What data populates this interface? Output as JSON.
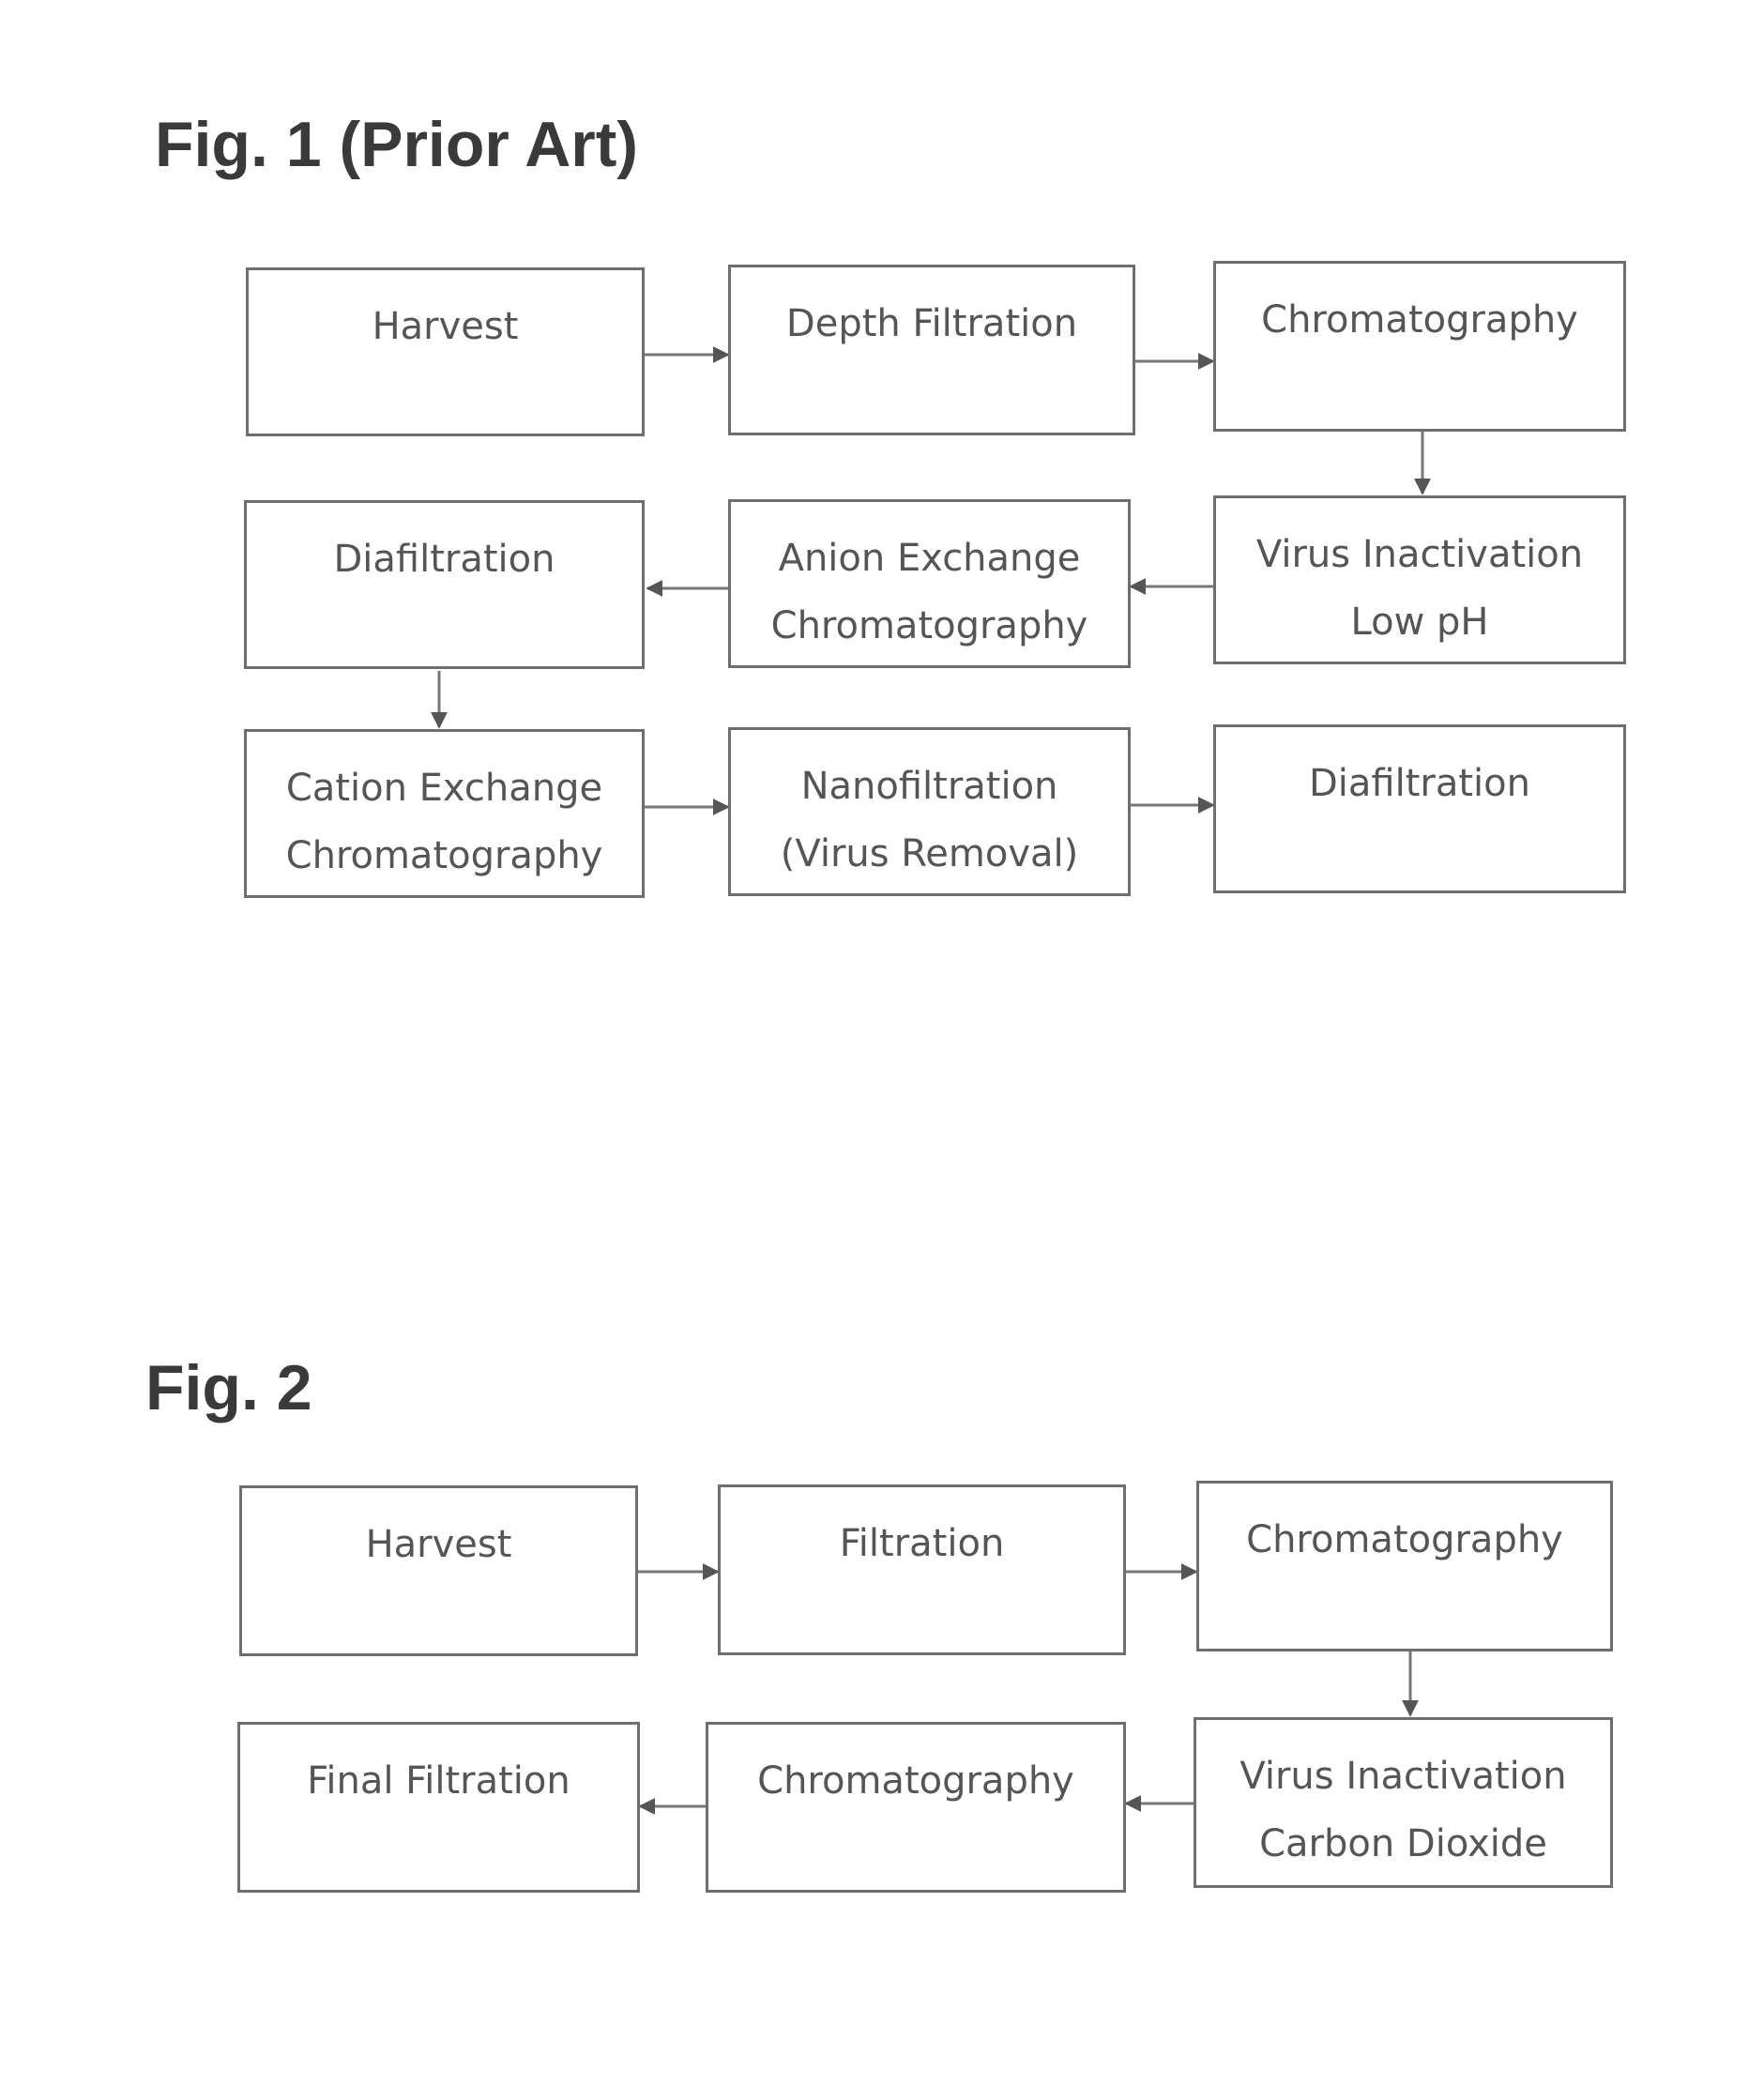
{
  "figures": [
    {
      "title": "Fig. 1 (Prior Art)",
      "boxes": [
        {
          "id": "harvest",
          "lines": [
            "Harvest"
          ]
        },
        {
          "id": "depth-filtration",
          "lines": [
            "Depth Filtration"
          ]
        },
        {
          "id": "chromatography",
          "lines": [
            "Chromatography"
          ]
        },
        {
          "id": "virus-inactivation-low-ph",
          "lines": [
            "Virus Inactivation",
            "Low pH"
          ]
        },
        {
          "id": "anion-exchange-chromatography",
          "lines": [
            "Anion Exchange",
            "Chromatography"
          ]
        },
        {
          "id": "diafiltration-1",
          "lines": [
            "Diafiltration"
          ]
        },
        {
          "id": "cation-exchange-chromatography",
          "lines": [
            "Cation Exchange",
            "Chromatography"
          ]
        },
        {
          "id": "nanofiltration",
          "lines": [
            "Nanofiltration",
            "(Virus Removal)"
          ]
        },
        {
          "id": "diafiltration-2",
          "lines": [
            "Diafiltration"
          ]
        }
      ],
      "edges": [
        [
          "harvest",
          "depth-filtration"
        ],
        [
          "depth-filtration",
          "chromatography"
        ],
        [
          "chromatography",
          "virus-inactivation-low-ph"
        ],
        [
          "virus-inactivation-low-ph",
          "anion-exchange-chromatography"
        ],
        [
          "anion-exchange-chromatography",
          "diafiltration-1"
        ],
        [
          "diafiltration-1",
          "cation-exchange-chromatography"
        ],
        [
          "cation-exchange-chromatography",
          "nanofiltration"
        ],
        [
          "nanofiltration",
          "diafiltration-2"
        ]
      ]
    },
    {
      "title": "Fig. 2",
      "boxes": [
        {
          "id": "harvest",
          "lines": [
            "Harvest"
          ]
        },
        {
          "id": "filtration",
          "lines": [
            "Filtration"
          ]
        },
        {
          "id": "chromatography-1",
          "lines": [
            "Chromatography"
          ]
        },
        {
          "id": "virus-inactivation-carbon-dioxide",
          "lines": [
            "Virus Inactivation",
            "Carbon Dioxide"
          ]
        },
        {
          "id": "chromatography-2",
          "lines": [
            "Chromatography"
          ]
        },
        {
          "id": "final-filtration",
          "lines": [
            "Final Filtration"
          ]
        }
      ],
      "edges": [
        [
          "harvest",
          "filtration"
        ],
        [
          "filtration",
          "chromatography-1"
        ],
        [
          "chromatography-1",
          "virus-inactivation-carbon-dioxide"
        ],
        [
          "virus-inactivation-carbon-dioxide",
          "chromatography-2"
        ],
        [
          "chromatography-2",
          "final-filtration"
        ]
      ]
    }
  ]
}
